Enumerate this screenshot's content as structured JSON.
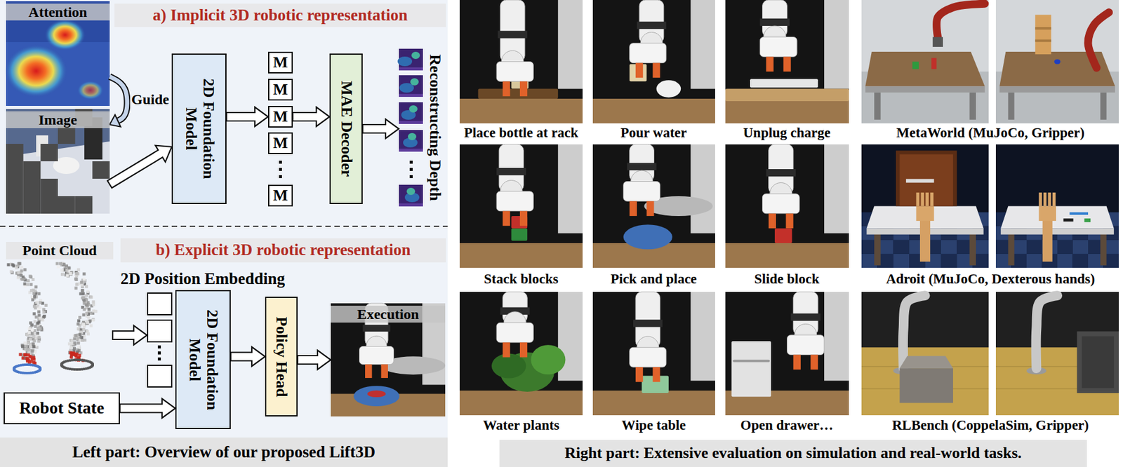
{
  "diagram": {
    "nodes": [
      {
        "text": [
          "Attention"
        ]
      },
      {
        "text": [
          "a) Implicit 3D robotic representation"
        ]
      },
      {
        "text": [
          "Image"
        ]
      },
      {
        "text": [
          "2D Foundation Model"
        ]
      },
      {
        "text": [
          "M"
        ]
      },
      {
        "text": [
          "M"
        ]
      },
      {
        "text": [
          "M"
        ]
      },
      {
        "text": [
          "M"
        ]
      },
      {
        "text": [
          "M"
        ]
      },
      {
        "text": [
          "MAE Decoder"
        ]
      },
      {
        "text": [
          "Reconstructing Depth"
        ]
      },
      {
        "text": [
          "Point Cloud"
        ]
      },
      {
        "text": [
          "b) Explicit 3D robotic representation"
        ]
      },
      {
        "text": [
          "2D Position Embedding"
        ]
      },
      {
        "text": [
          "Robot State"
        ]
      },
      {
        "text": [
          "2D Foundation Model"
        ]
      },
      {
        "text": [
          "Policy Head"
        ]
      },
      {
        "text": [
          "Execution"
        ]
      },
      {
        "text": [
          "Left part: Overview of our proposed Lift3D"
        ]
      },
      {
        "text": [
          "Right part: Extensive evaluation on simulation and real-world tasks."
        ]
      }
    ],
    "edges": [
      {
        "from": 0,
        "to": 2,
        "label": "Guide",
        "arrow": "to"
      },
      {
        "from": 2,
        "to": 3,
        "arrow": "to"
      },
      {
        "from": 3,
        "to": 6,
        "arrow": "to"
      },
      {
        "from": 6,
        "to": 9,
        "arrow": "to"
      },
      {
        "from": 9,
        "to": 10,
        "arrow": "to"
      },
      {
        "from": 11,
        "to": 13,
        "arrow": "to"
      },
      {
        "from": 14,
        "to": 15,
        "arrow": "to"
      },
      {
        "from": 15,
        "to": 16,
        "arrow": "to"
      },
      {
        "from": 16,
        "to": 17,
        "arrow": "to"
      }
    ],
    "labels": [
      "Place bottle at rack",
      "Pour water",
      "Unplug charge",
      "MetaWorld (MuJoCo, Gripper)",
      "Stack blocks",
      "Pick and place",
      "Slide block",
      "Adroit (MuJoCo, Dexterous hands)",
      "Water plants",
      "Wipe table",
      "Open drawer…",
      "RLBench (CoppelaSim, Gripper)"
    ]
  }
}
